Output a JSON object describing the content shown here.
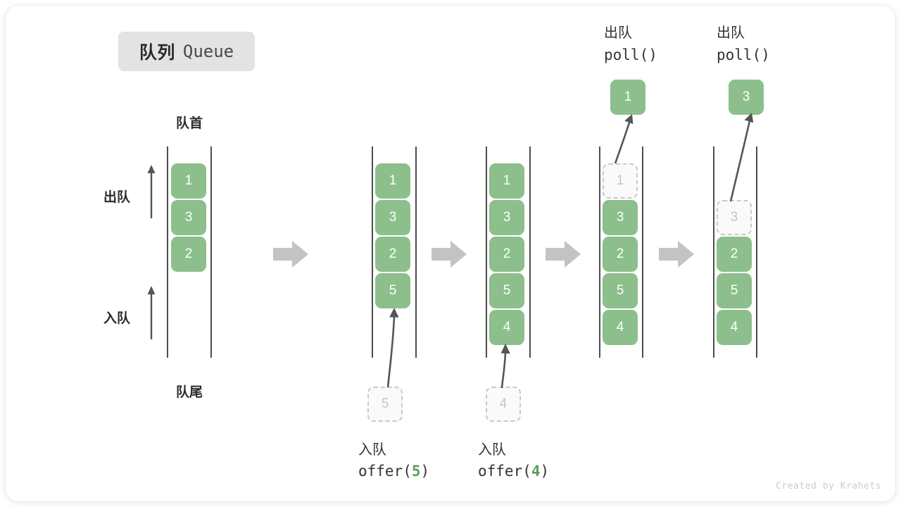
{
  "title": {
    "cn": "队列",
    "en": "Queue"
  },
  "credit": "Created by Krahets",
  "colors": {
    "cell_fill": "#8cbf8c",
    "cell_text": "#ffffff",
    "ghost_border": "#c9c9c9",
    "ghost_text": "#c4c4c4",
    "rail": "#4d4d4d",
    "step_arrow": "#c3c3c3",
    "badge_bg": "#e3e3e3",
    "accent_green": "#5d9e5d",
    "text": "#333333",
    "credit": "#cccccc"
  },
  "annotations": {
    "head": "队首",
    "tail": "队尾",
    "dequeue_dir": "出队",
    "enqueue_dir": "入队"
  },
  "columns": [
    {
      "id": "col-initial",
      "cells": [
        {
          "value": "1",
          "state": "filled"
        },
        {
          "value": "3",
          "state": "filled"
        },
        {
          "value": "2",
          "state": "filled"
        }
      ]
    },
    {
      "id": "col-after-offer-5",
      "cells": [
        {
          "value": "1",
          "state": "filled"
        },
        {
          "value": "3",
          "state": "filled"
        },
        {
          "value": "2",
          "state": "filled"
        },
        {
          "value": "5",
          "state": "filled"
        }
      ]
    },
    {
      "id": "col-after-offer-4",
      "cells": [
        {
          "value": "1",
          "state": "filled"
        },
        {
          "value": "3",
          "state": "filled"
        },
        {
          "value": "2",
          "state": "filled"
        },
        {
          "value": "5",
          "state": "filled"
        },
        {
          "value": "4",
          "state": "filled"
        }
      ]
    },
    {
      "id": "col-after-poll-1",
      "cells": [
        {
          "value": "1",
          "state": "ghost"
        },
        {
          "value": "3",
          "state": "filled"
        },
        {
          "value": "2",
          "state": "filled"
        },
        {
          "value": "5",
          "state": "filled"
        },
        {
          "value": "4",
          "state": "filled"
        }
      ]
    },
    {
      "id": "col-after-poll-3",
      "cells": [
        {
          "value": "3",
          "state": "ghost"
        },
        {
          "value": "2",
          "state": "filled"
        },
        {
          "value": "5",
          "state": "filled"
        },
        {
          "value": "4",
          "state": "filled"
        }
      ]
    }
  ],
  "operations": {
    "offer_5": {
      "cn": "入队",
      "code_prefix": "offer(",
      "code_value": "5",
      "code_suffix": ")",
      "incoming_value": "5"
    },
    "offer_4": {
      "cn": "入队",
      "code_prefix": "offer(",
      "code_value": "4",
      "code_suffix": ")",
      "incoming_value": "4"
    },
    "poll_1": {
      "cn": "出队",
      "code": "poll()",
      "popped_value": "1"
    },
    "poll_3": {
      "cn": "出队",
      "code": "poll()",
      "popped_value": "3"
    }
  }
}
